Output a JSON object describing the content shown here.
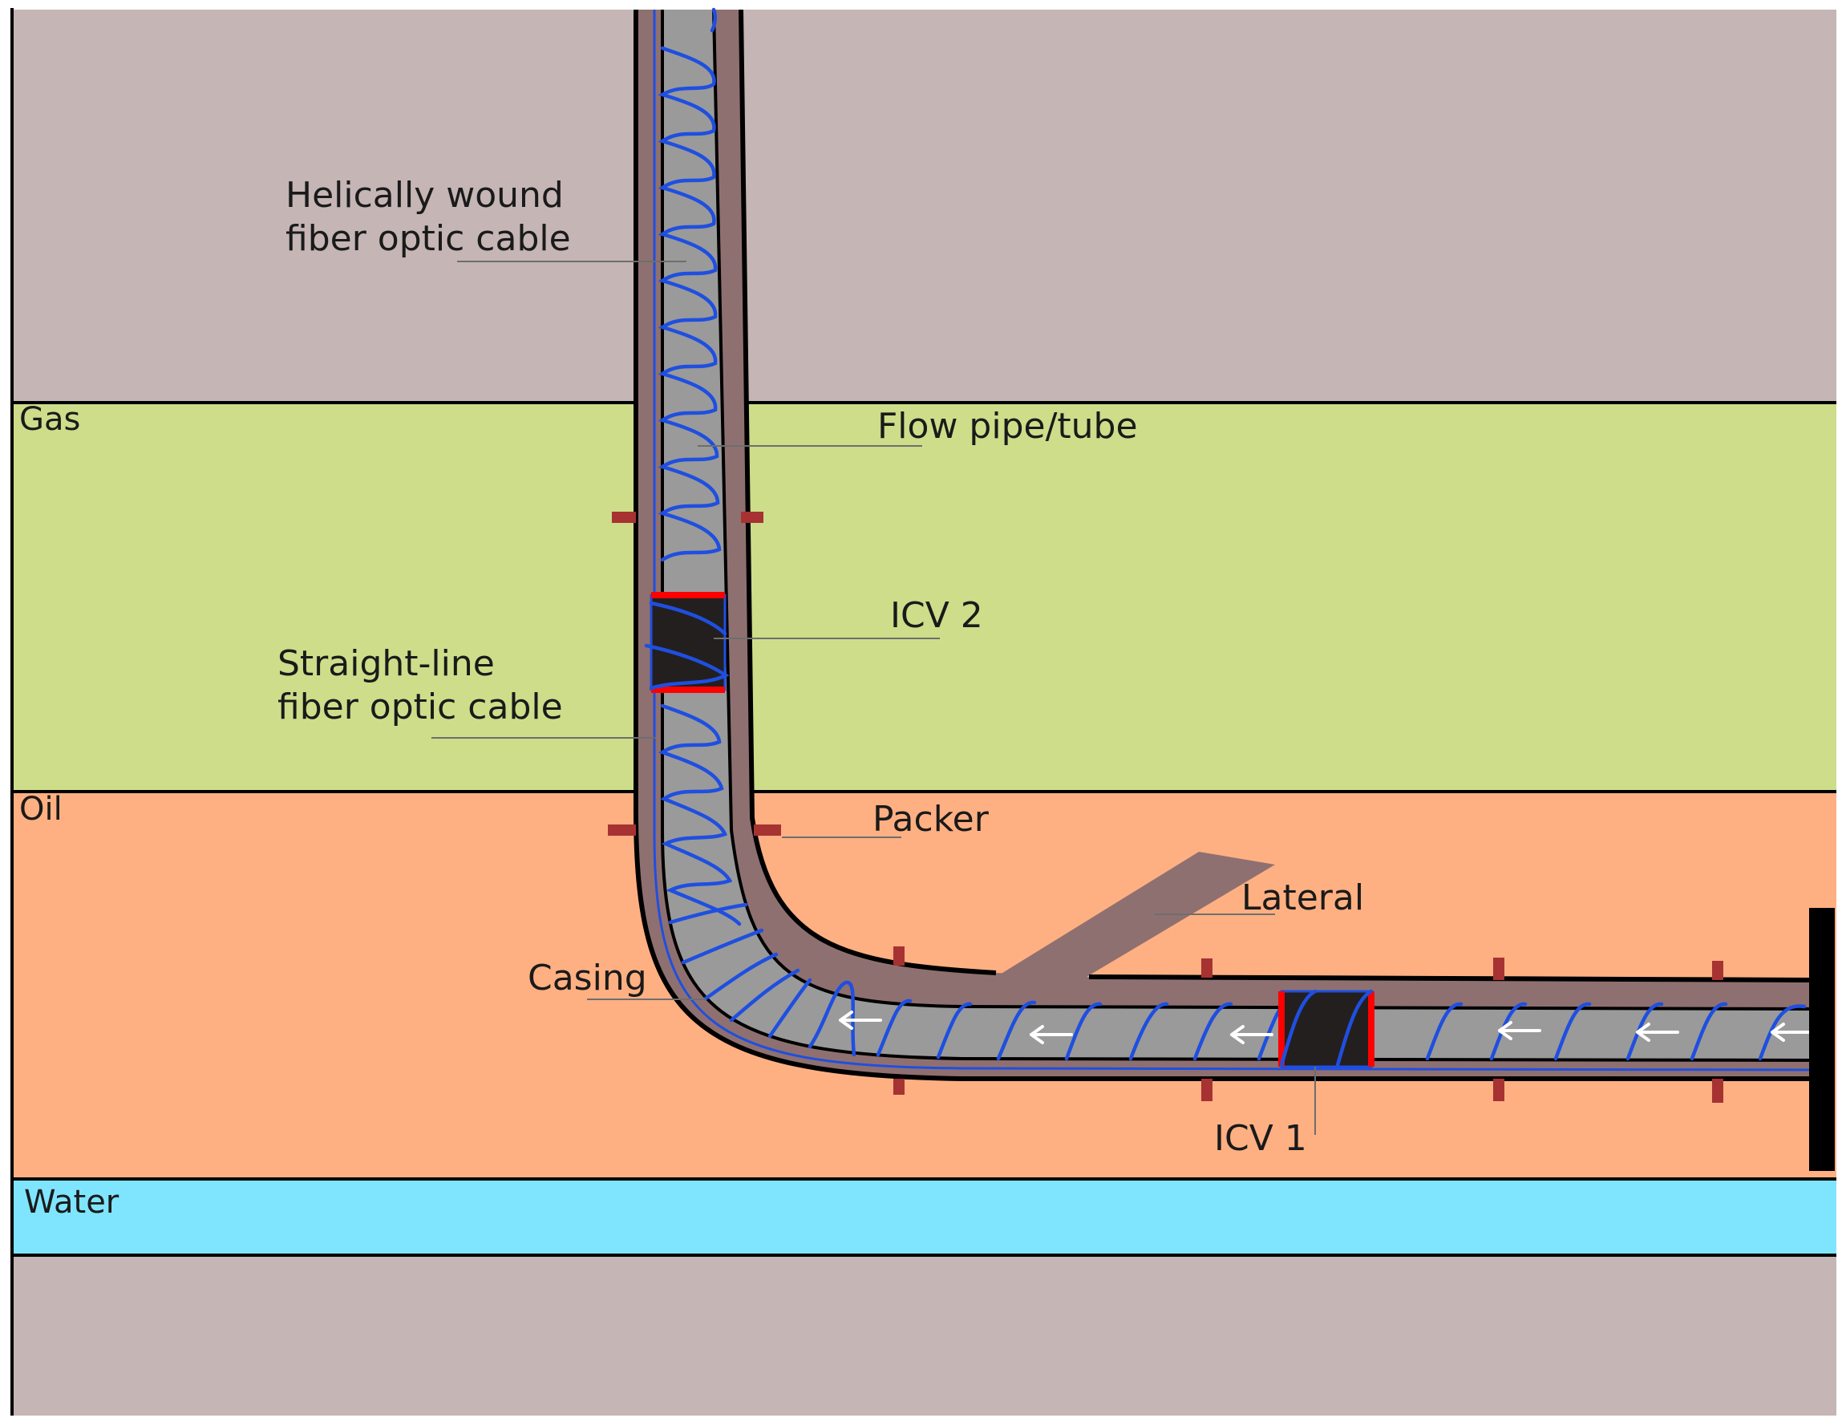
{
  "diagram": {
    "zones": [
      {
        "id": "overburden",
        "label": "",
        "color": "#c5b5b5"
      },
      {
        "id": "gas",
        "label": "Gas",
        "color": "#cddd8a"
      },
      {
        "id": "oil",
        "label": "Oil",
        "color": "#ffb082"
      },
      {
        "id": "water",
        "label": "Water",
        "color": "#7fe5ff"
      },
      {
        "id": "underburden",
        "label": "",
        "color": "#c5b5b5"
      }
    ],
    "labels": {
      "helical_line1": "Helically wound",
      "helical_line2": "fiber optic cable",
      "flow_pipe": "Flow pipe/tube",
      "icv2": "ICV 2",
      "straight_line1": "Straight-line",
      "straight_line2": "fiber optic cable",
      "packer": "Packer",
      "lateral": "Lateral",
      "casing": "Casing",
      "icv1": "ICV 1"
    },
    "colors": {
      "casing_fill": "#8f7070",
      "tube_fill": "#9a9a9a",
      "fiber": "#1f4fe0",
      "packer": "#a63232",
      "valve_body": "#231f1f",
      "valve_seal": "#ff0000",
      "flow_arrow": "#ffffff"
    }
  }
}
